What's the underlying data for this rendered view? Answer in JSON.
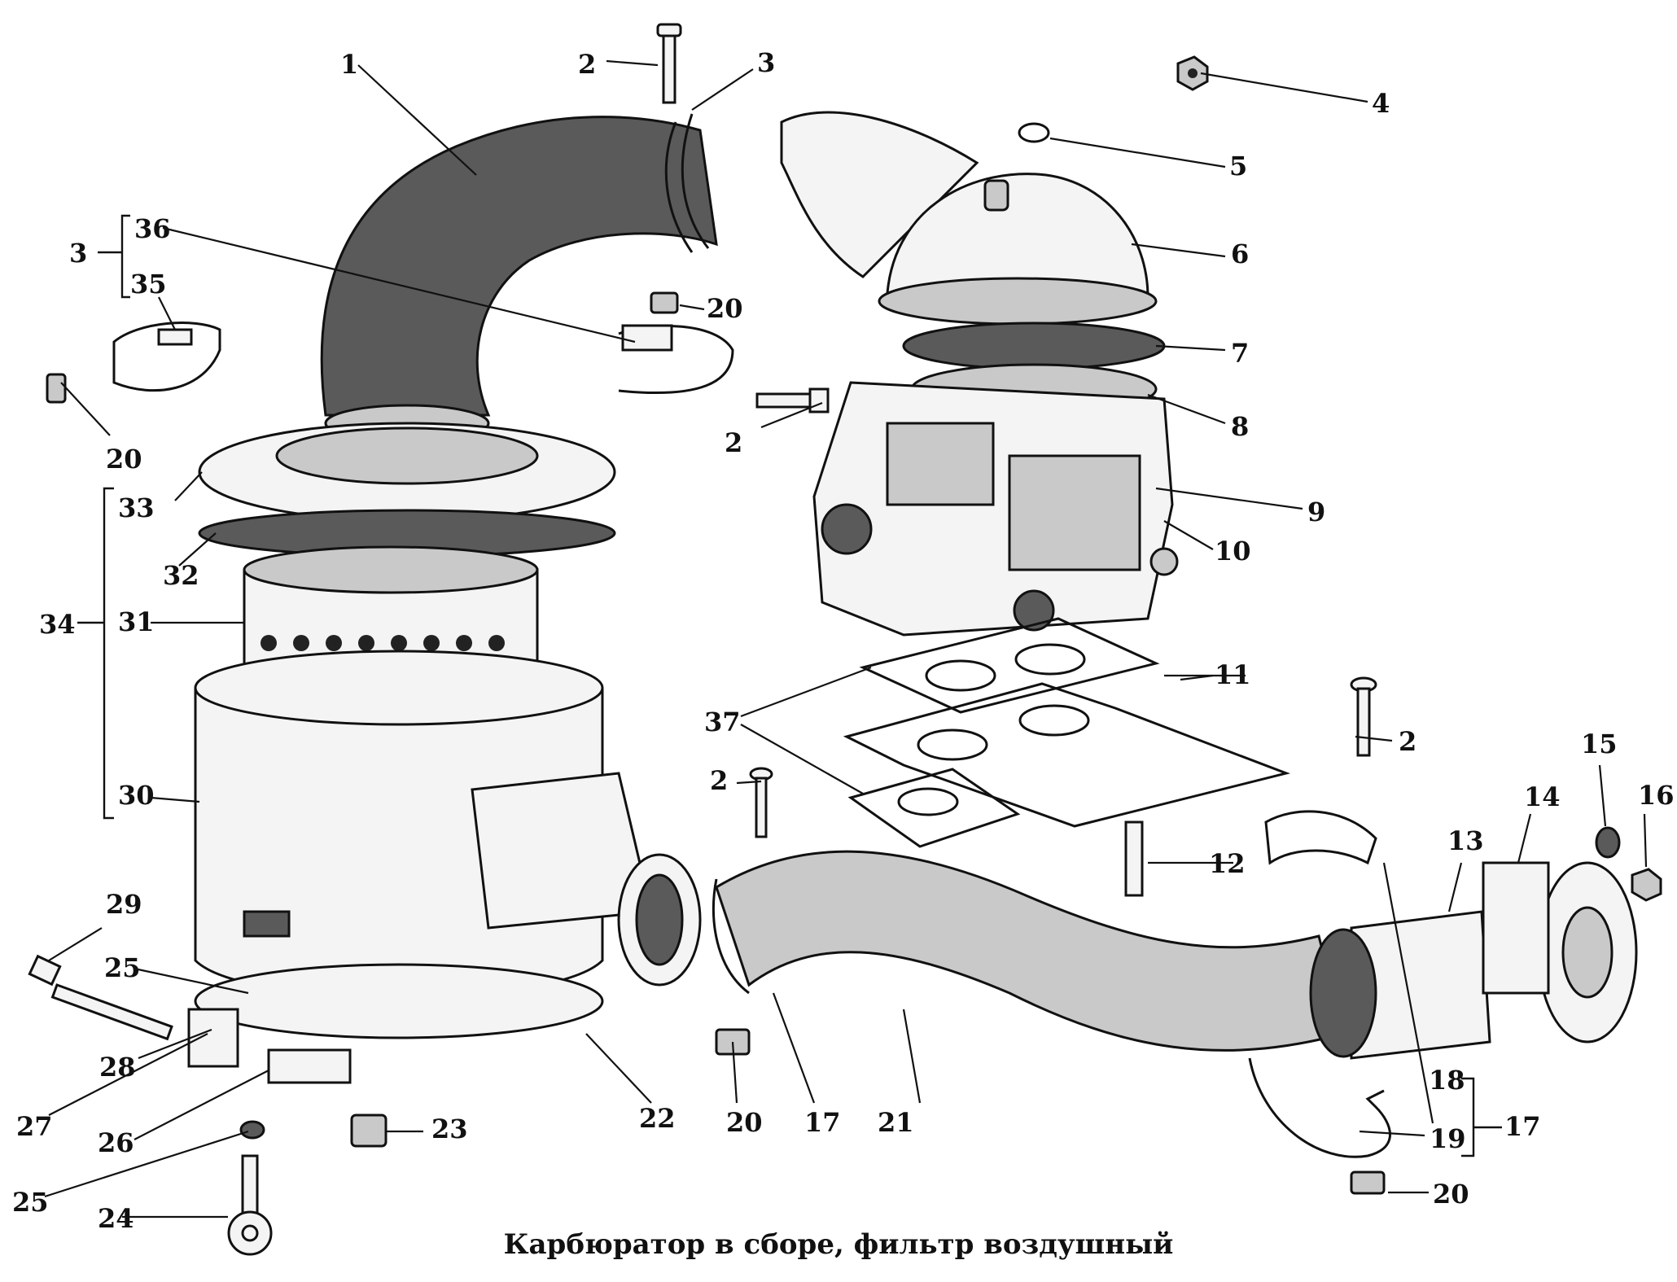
{
  "caption": "Карбюратор в сборе, фильтр воздушный",
  "callouts": {
    "c1": "1",
    "c2a": "2",
    "c2b": "2",
    "c2c": "2",
    "c2d": "2",
    "c3a": "3",
    "c3b": "3",
    "c4": "4",
    "c5": "5",
    "c6": "6",
    "c7": "7",
    "c8": "8",
    "c9": "9",
    "c10": "10",
    "c11": "11",
    "c12": "12",
    "c13": "13",
    "c14": "14",
    "c15": "15",
    "c16": "16",
    "c17a": "17",
    "c17b": "17",
    "c18": "18",
    "c19": "19",
    "c20a": "20",
    "c20b": "20",
    "c20c": "20",
    "c20d": "20",
    "c21": "21",
    "c22": "22",
    "c23": "23",
    "c24": "24",
    "c25a": "25",
    "c25b": "25",
    "c26": "26",
    "c27": "27",
    "c28": "28",
    "c29": "29",
    "c30": "30",
    "c31": "31",
    "c32": "32",
    "c33": "33",
    "c34": "34",
    "c35": "35",
    "c36": "36",
    "c37": "37"
  }
}
